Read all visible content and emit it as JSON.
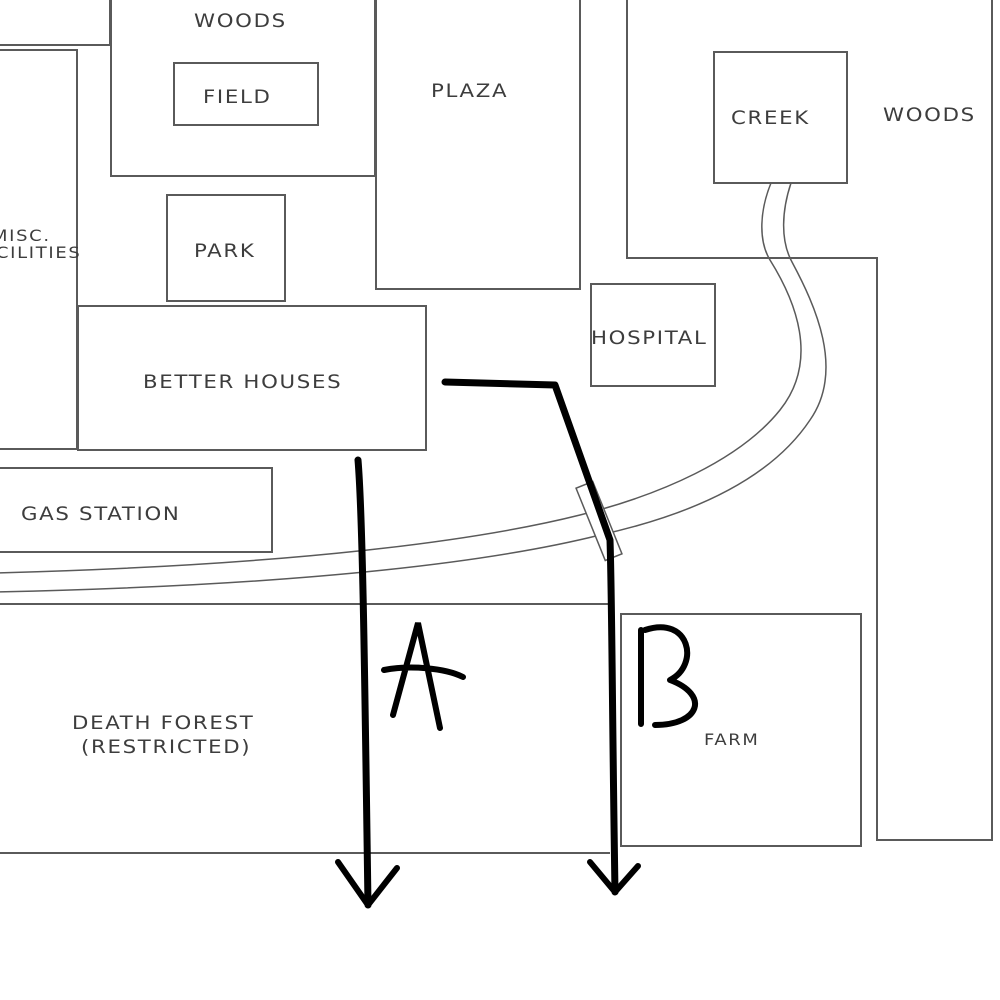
{
  "map": {
    "zones": {
      "woods_top": "Woods",
      "field": "Field",
      "plaza": "Plaza",
      "creek": "Creek",
      "woods_right": "Woods",
      "misc_facilities_line1": "Misc.",
      "misc_facilities_line2": "Facilities",
      "park": "Park",
      "hospital": "Hospital",
      "better_houses": "Better Houses",
      "gas_station": "Gas Station",
      "death_forest_line1": "Death Forest",
      "death_forest_line2": "(Restricted)",
      "farm": "Farm"
    },
    "routes": {
      "a_label": "A",
      "b_label": "B"
    },
    "colors": {
      "outline": "#5a5a5a",
      "route_ink": "#000000",
      "text": "#3d3d3d"
    }
  }
}
